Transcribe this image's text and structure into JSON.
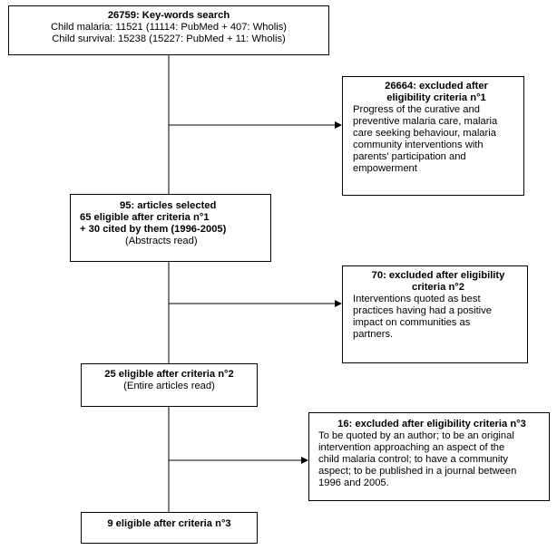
{
  "search": {
    "title": "26759: Key-words search",
    "line1": "Child malaria: 11521 (11114: PubMed + 407: Wholis)",
    "line2": "Child survival: 15238 (15227: PubMed + 11: Wholis)"
  },
  "excluded1": {
    "title_line1": "26664: excluded after",
    "title_line2": "eligibility criteria n°1",
    "body": [
      "Progress of the curative and",
      "preventive malaria care, malaria",
      "care seeking behaviour, malaria",
      "community interventions with",
      "parents' participation and",
      "empowerment"
    ]
  },
  "selected": {
    "title": "95: articles selected",
    "line1": "65 eligible after criteria n°1",
    "line2": "+ 30 cited by them (1996-2005)",
    "line3": "(Abstracts read)"
  },
  "excluded2": {
    "title_line1": "70: excluded after eligibility",
    "title_line2": "criteria n°2",
    "body": [
      "Interventions quoted as best",
      "practices having had a positive",
      "impact on communities as",
      "partners."
    ]
  },
  "eligible2": {
    "title": "25 eligible after criteria n°2",
    "line1": "(Entire articles read)"
  },
  "excluded3": {
    "title": "16: excluded after eligibility criteria n°3",
    "body": [
      "To be quoted by an author; to be an original",
      "intervention approaching an aspect of the",
      "child malaria control; to have a community",
      "aspect; to be published in a journal between",
      "1996 and 2005."
    ]
  },
  "eligible3": {
    "title": "9 eligible after criteria n°3"
  }
}
